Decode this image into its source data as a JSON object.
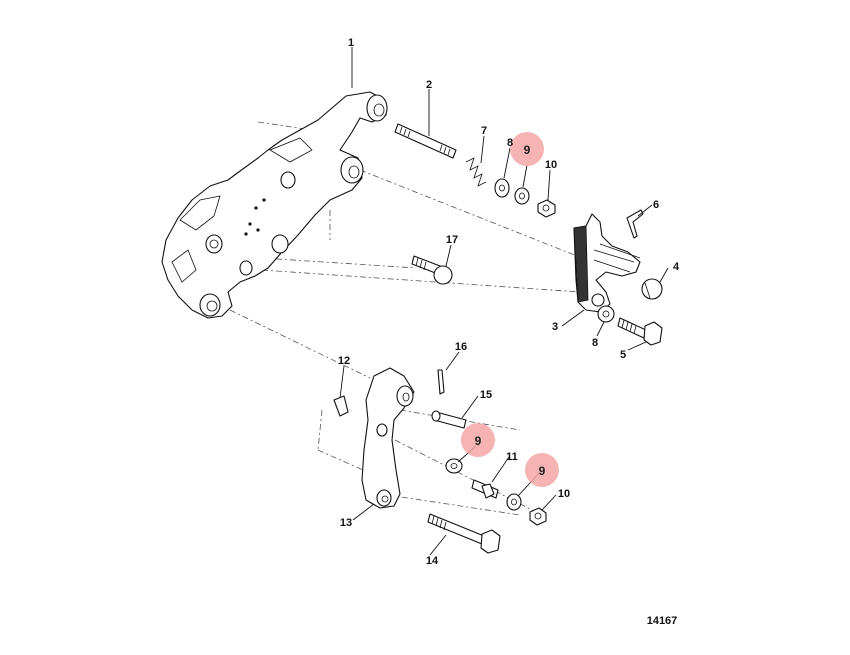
{
  "diagram": {
    "figure_number": "14167",
    "callouts": {
      "c1": "1",
      "c2": "2",
      "c3": "3",
      "c4": "4",
      "c5": "5",
      "c6": "6",
      "c7": "7",
      "c8a": "8",
      "c8b": "8",
      "c9a": "9",
      "c9b": "9",
      "c9c": "9",
      "c10a": "10",
      "c10b": "10",
      "c11": "11",
      "c12": "12",
      "c13": "13",
      "c14": "14",
      "c15": "15",
      "c16": "16",
      "c17": "17"
    },
    "highlight_color": "#f4a6a6"
  }
}
